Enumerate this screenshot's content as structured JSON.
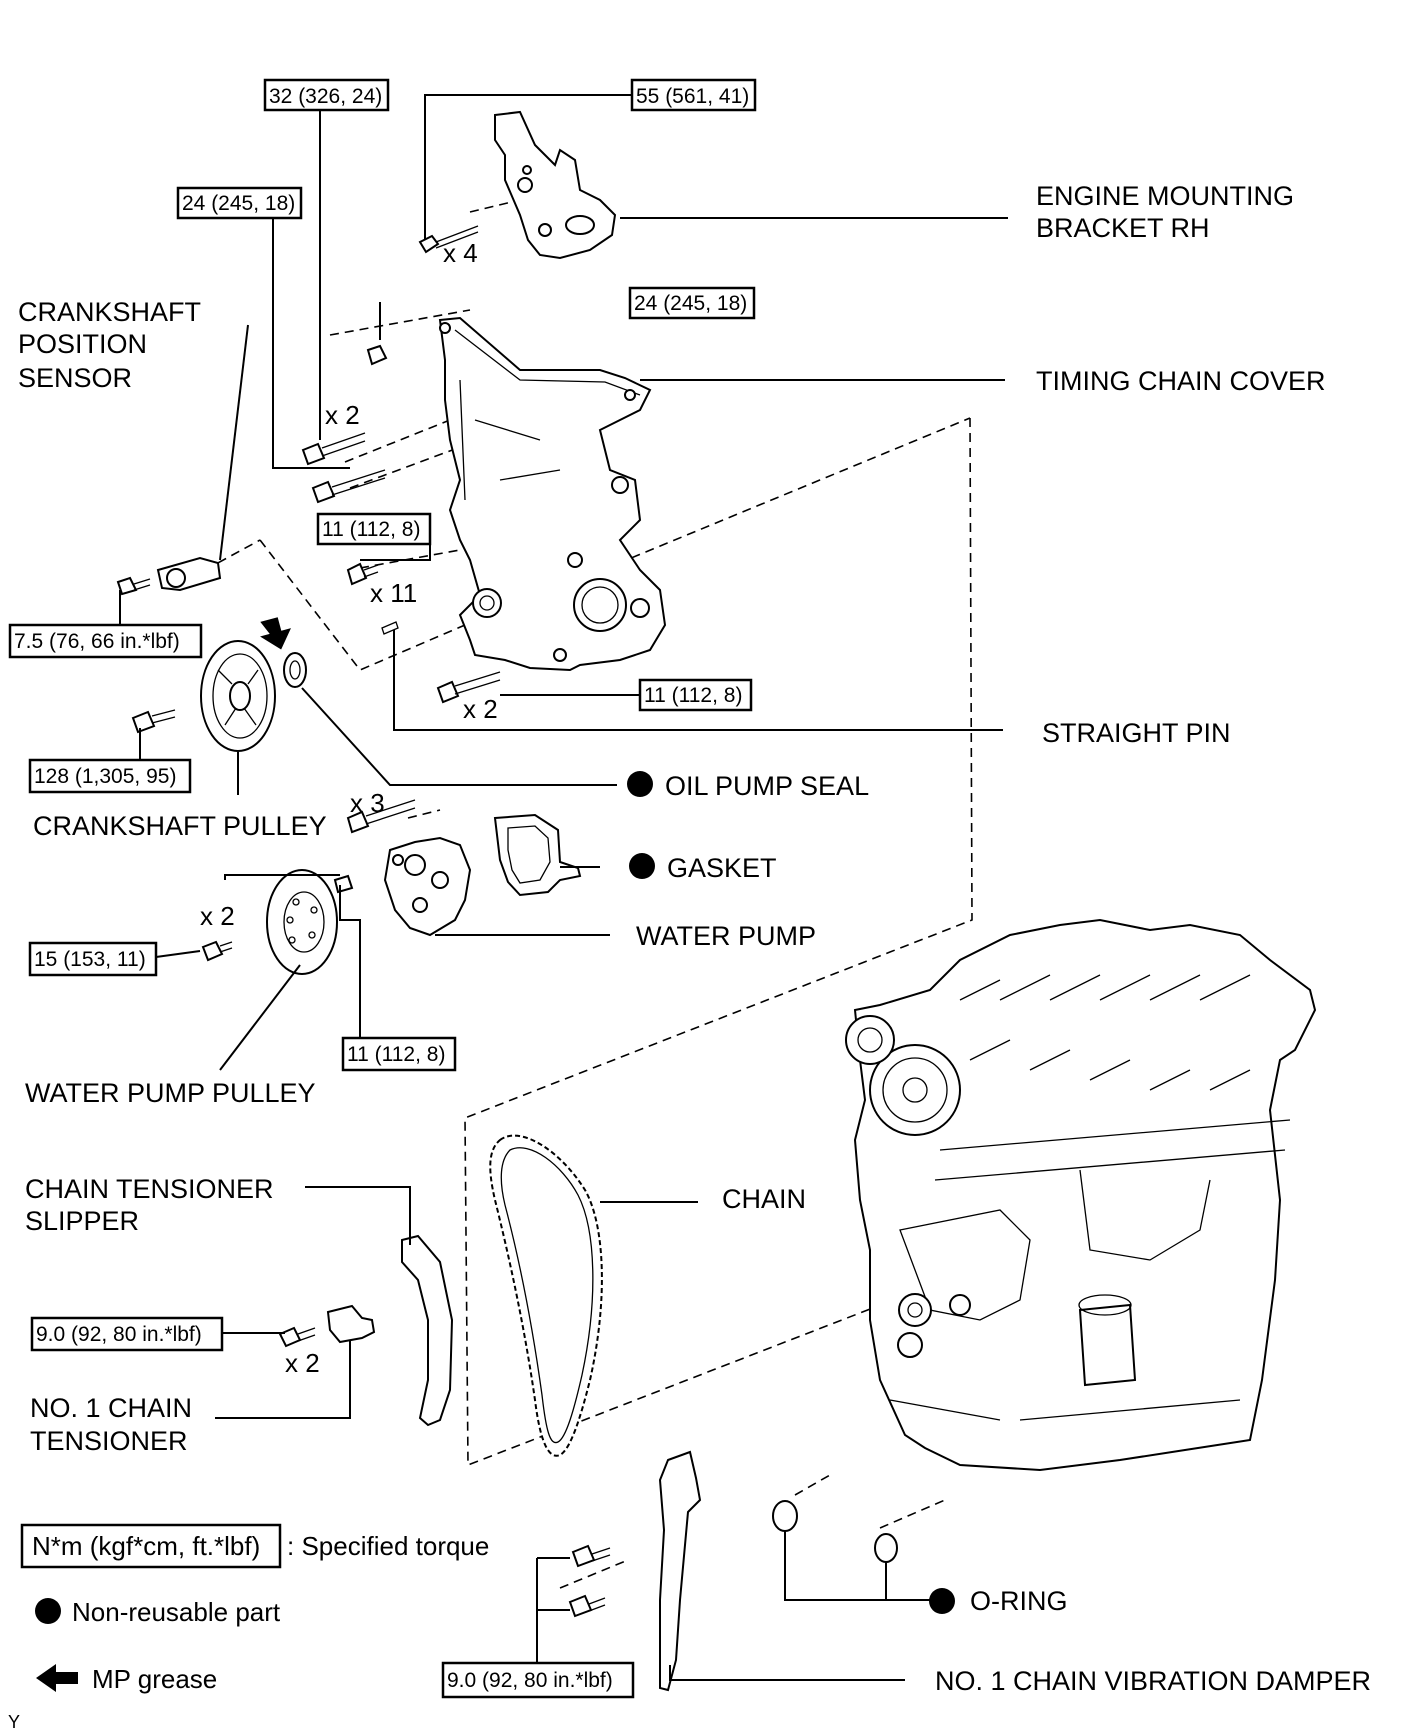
{
  "labels": {
    "engine_mounting_bracket": [
      "ENGINE MOUNTING",
      "BRACKET RH"
    ],
    "timing_chain_cover": "TIMING CHAIN COVER",
    "crankshaft_position_sensor": [
      "CRANKSHAFT",
      "POSITION",
      "SENSOR"
    ],
    "straight_pin": "STRAIGHT PIN",
    "oil_pump_seal": "OIL PUMP SEAL",
    "crankshaft_pulley": "CRANKSHAFT PULLEY",
    "gasket": "GASKET",
    "water_pump": "WATER PUMP",
    "water_pump_pulley": "WATER PUMP PULLEY",
    "chain": "CHAIN",
    "chain_tensioner_slipper": [
      "CHAIN TENSIONER",
      "SLIPPER"
    ],
    "no1_chain_tensioner": [
      "NO. 1 CHAIN",
      "TENSIONER"
    ],
    "o_ring": "O-RING",
    "no1_chain_vibration_damper": "NO. 1 CHAIN VIBRATION DAMPER"
  },
  "torques": {
    "t_32": "32 (326, 24)",
    "t_55": "55 (561, 41)",
    "t_24a": "24 (245, 18)",
    "t_24b": "24 (245, 18)",
    "t_11a": "11 (112, 8)",
    "t_75": "7.5 (76, 66 in.*lbf)",
    "t_11b": "11 (112, 8)",
    "t_128": "128 (1,305, 95)",
    "t_15": "15 (153, 11)",
    "t_11c": "11 (112, 8)",
    "t_90a": "9.0 (92, 80 in.*lbf)",
    "t_90b": "9.0 (92, 80 in.*lbf)"
  },
  "quantities": {
    "q_bracket": "x 4",
    "q_cover_32": "x 2",
    "q_cover_11": "x 11",
    "q_cover_bottom": "x 2",
    "q_water_pump": "x 3",
    "q_pulley": "x 2",
    "q_tensioner": "x 2"
  },
  "legend": {
    "torque_box": "N*m (kgf*cm, ft.*lbf)",
    "torque_text": ": Specified torque",
    "nonreusable": "Non-reusable part",
    "mp_grease": "MP grease"
  },
  "corner_code": "Y"
}
